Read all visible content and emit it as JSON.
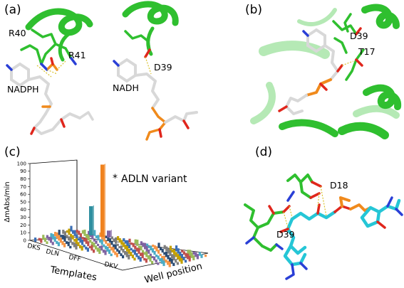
{
  "panels": {
    "a": {
      "letter": "(a)",
      "labels": {
        "r40": "R40",
        "r41": "R41",
        "nadph": "NADPH",
        "d39": "D39",
        "nadh": "NADH"
      }
    },
    "b": {
      "letter": "(b)",
      "labels": {
        "d39": "D39",
        "t17": "T17"
      }
    },
    "c": {
      "letter": "(c)",
      "labels": {
        "templates": "Templates",
        "well_position": "Well position",
        "annotation": "ADLN variant",
        "annotation_mark": "*"
      }
    },
    "d": {
      "letter": "(d)",
      "labels": {
        "d18": "D18",
        "d39": "D39"
      }
    }
  },
  "colors": {
    "protein_green": "#2fbf2f",
    "ligand_white": "#d8d8d8",
    "nitrogen_blue": "#2a3fd6",
    "oxygen_red": "#e0261c",
    "phosphorus_orange": "#f08a1c",
    "ligand_cyan": "#25c6d6",
    "hbond_yellow": "#d9c12a",
    "highlight_bar": "#f0821e"
  },
  "chart_data": {
    "type": "bar",
    "subtype": "3d-bar",
    "ylabel": "ΔmAbs/min",
    "ylim": [
      0,
      100
    ],
    "yticks": [
      0,
      10,
      20,
      30,
      40,
      50,
      60,
      70,
      80,
      90,
      100
    ],
    "xlabel": "Templates",
    "zlabel": "Well position",
    "categories": [
      "DKS",
      "DLN",
      "DFF",
      "DKV"
    ],
    "grid": false,
    "annotation": "* ADLN variant",
    "highlight_bars": [
      {
        "category": "DLN",
        "value": 94,
        "label": "ADLN variant"
      },
      {
        "category": "DLN",
        "value": 38
      },
      {
        "category": "DLN",
        "value": 9
      }
    ]
  }
}
